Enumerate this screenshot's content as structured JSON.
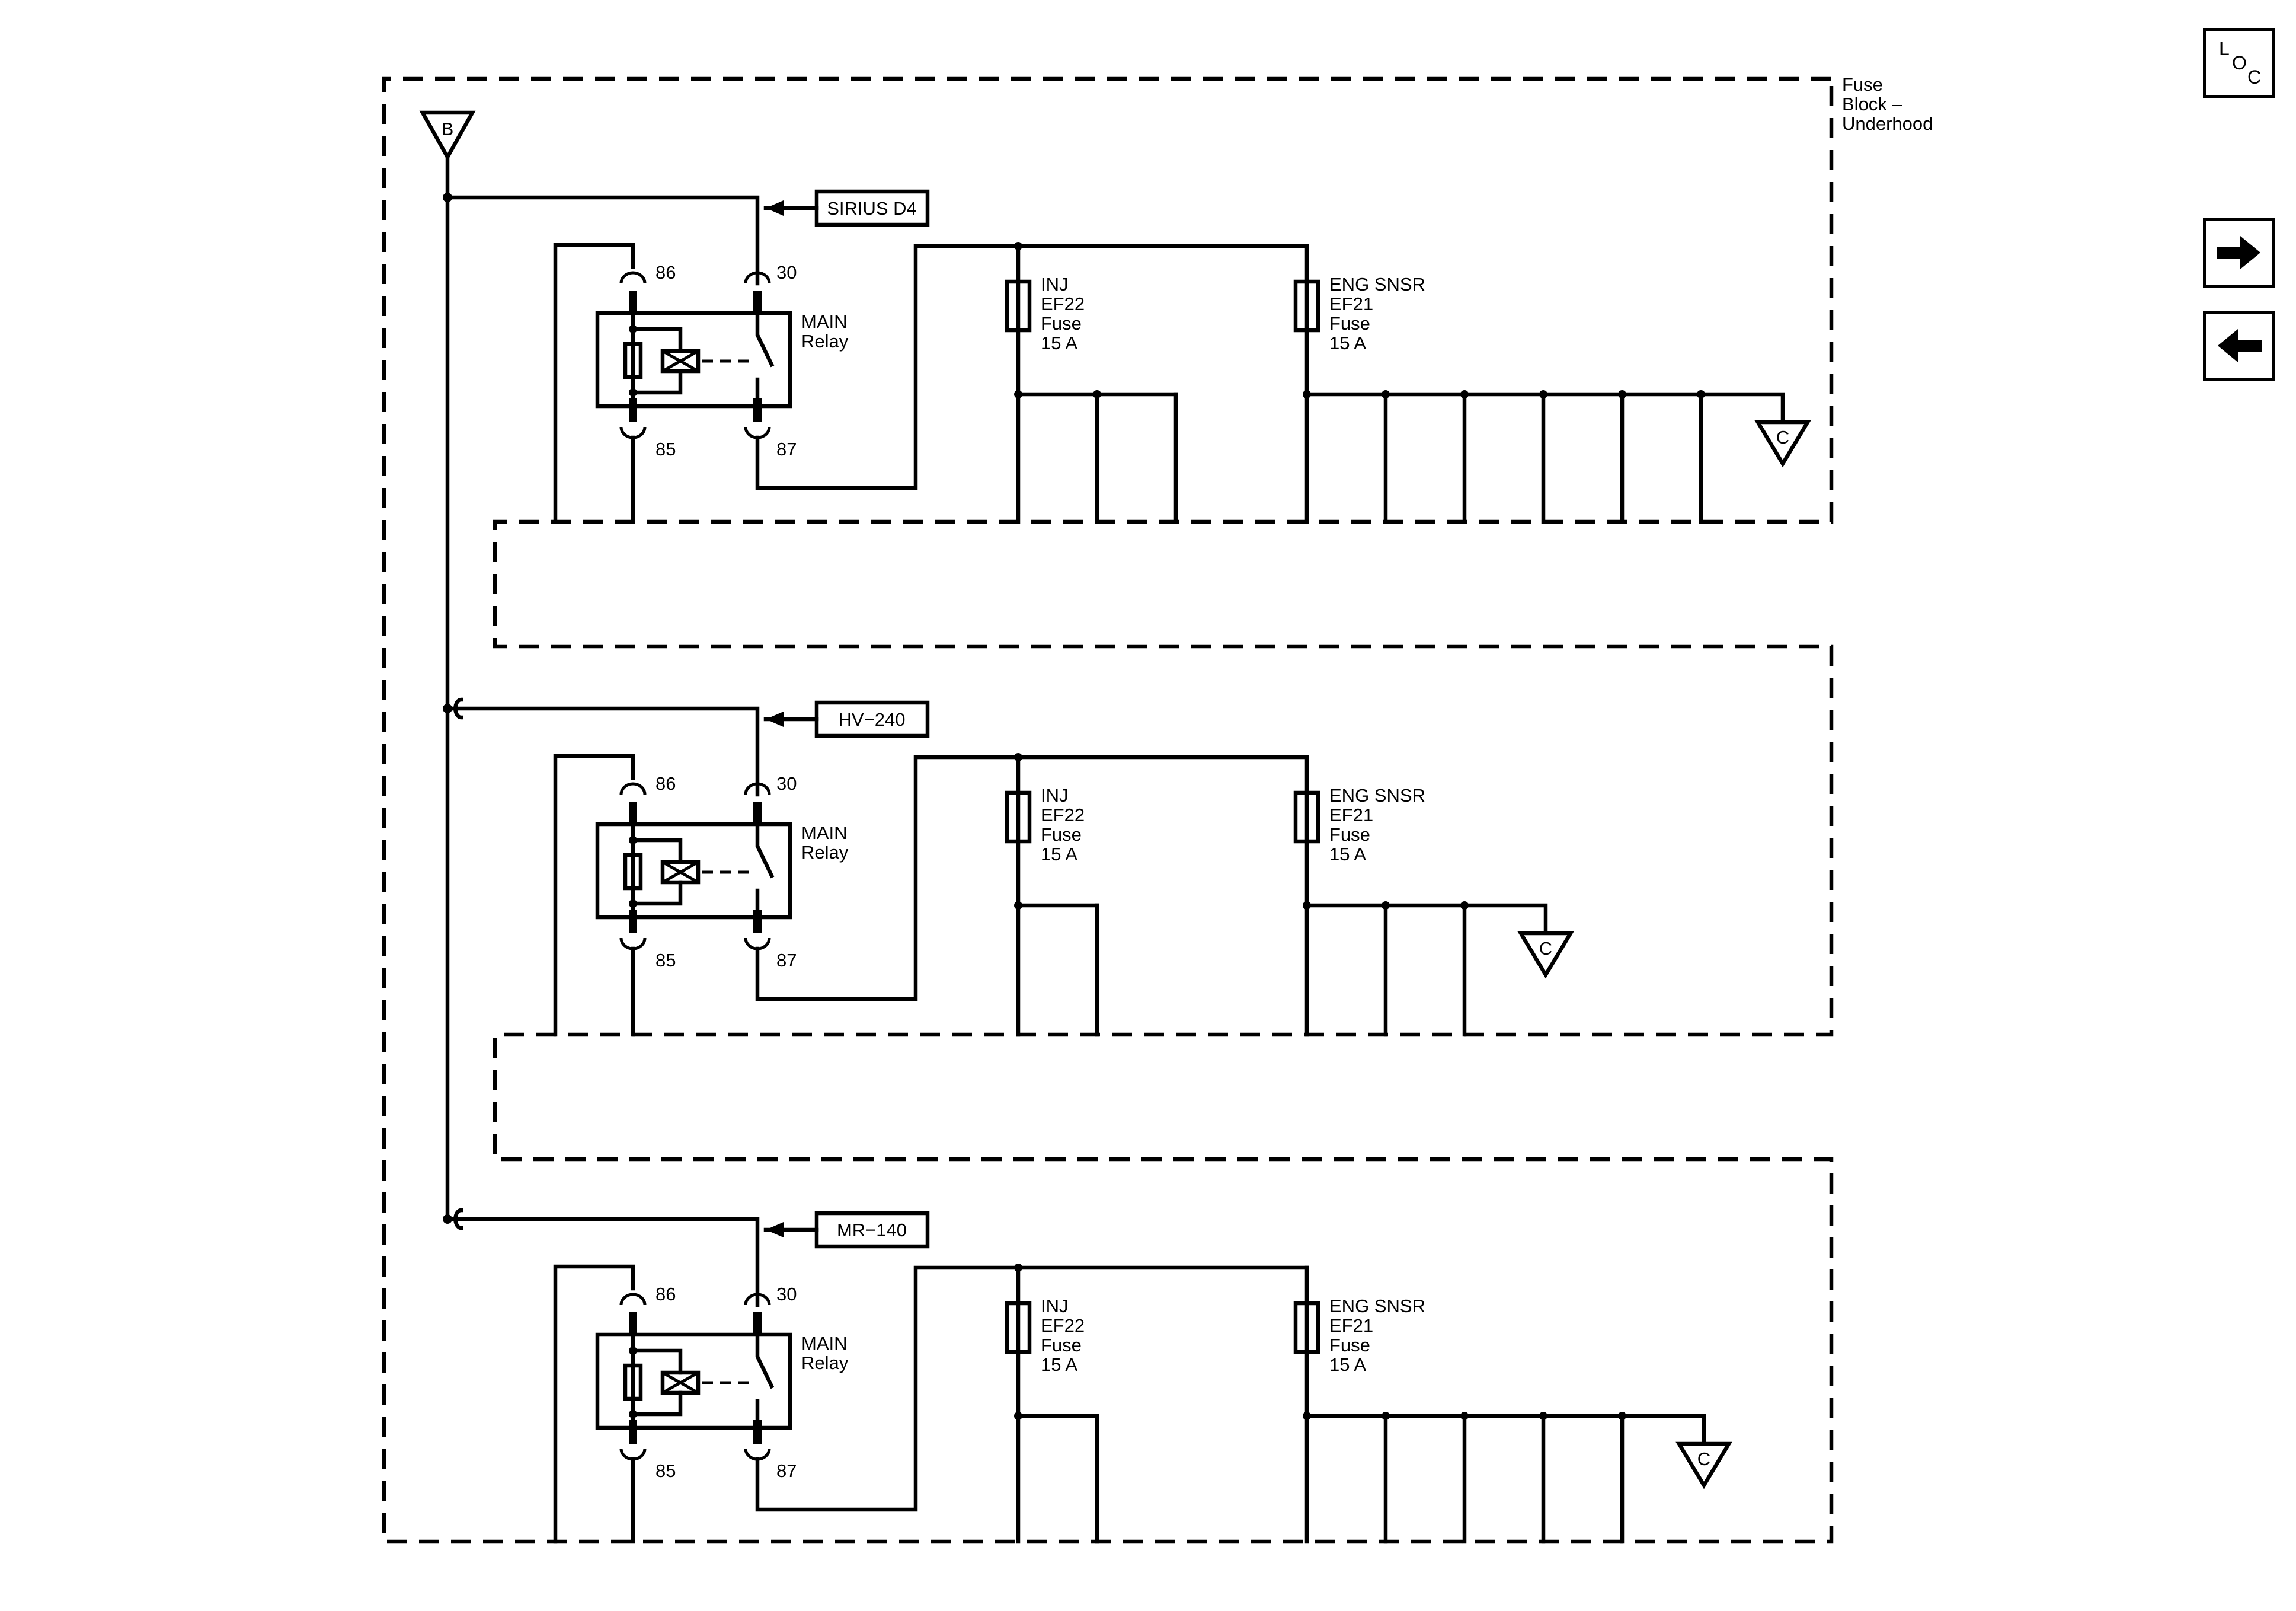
{
  "fuse_block_label": [
    "Fuse",
    "Block –",
    "Underhood"
  ],
  "battery_label": "B",
  "ground_label": "C",
  "relay": {
    "name": [
      "MAIN",
      "Relay"
    ],
    "pins": {
      "p86": "86",
      "p85": "85",
      "p30": "30",
      "p87": "87"
    }
  },
  "fuses": {
    "inj": [
      "INJ",
      "EF22",
      "Fuse",
      "15 A"
    ],
    "eng": [
      "ENG SNSR",
      "EF21",
      "Fuse",
      "15 A"
    ]
  },
  "sections": [
    {
      "source": "SIRIUS D4",
      "inj_branch_count": 3,
      "eng_branch_count": 6
    },
    {
      "source": "HV−240",
      "inj_branch_count": 2,
      "eng_branch_count": 3
    },
    {
      "source": "MR−140",
      "inj_branch_count": 2,
      "eng_branch_count": 5
    }
  ],
  "nav": {
    "loc_letters": [
      "L",
      "O",
      "C"
    ],
    "icons": [
      "loc-icon",
      "arrow-right-icon",
      "arrow-left-icon"
    ]
  }
}
